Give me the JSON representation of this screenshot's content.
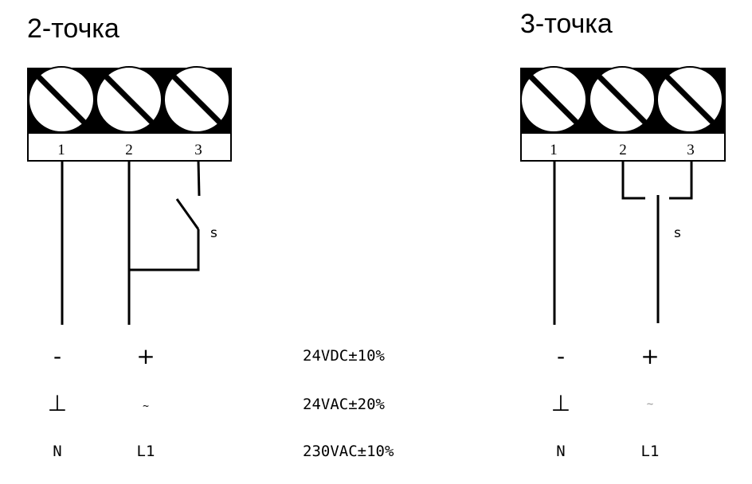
{
  "left": {
    "title": "2-точка",
    "terminals": [
      "1",
      "2",
      "3"
    ],
    "switch_label": "s",
    "rows": [
      [
        "-",
        "+"
      ],
      [
        "⊥",
        "~"
      ],
      [
        "N",
        "L1"
      ]
    ]
  },
  "right": {
    "title": "3-точка",
    "terminals": [
      "1",
      "2",
      "3"
    ],
    "switch_label": "s",
    "rows": [
      [
        "-",
        "+"
      ],
      [
        "⊥",
        "~"
      ],
      [
        "N",
        "L1"
      ]
    ]
  },
  "specs": [
    "24VDC±10%",
    "24VAC±20%",
    "230VAC±10%"
  ]
}
